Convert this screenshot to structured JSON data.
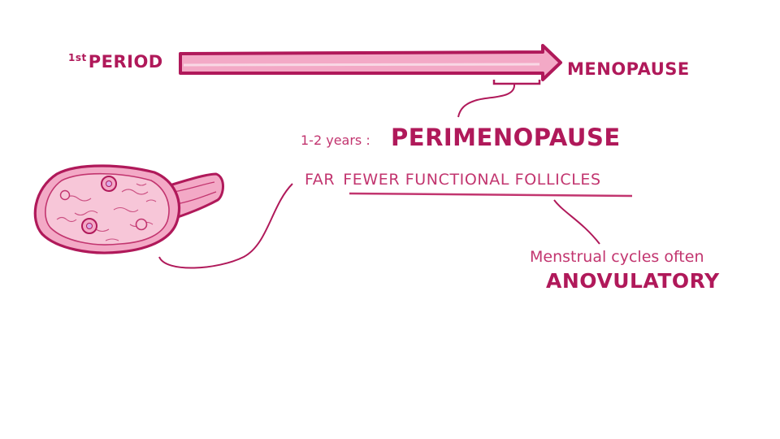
{
  "timeline": {
    "start_label": "PERIOD",
    "start_ordinal": "1st",
    "end_label": "MENOPAUSE"
  },
  "perimenopause": {
    "duration": "1-2 years :",
    "title": "PERIMENOPAUSE"
  },
  "follicles": {
    "prefix": "FAR",
    "emphasis": "FEWER FUNCTIONAL FOLLICLES"
  },
  "cycles": {
    "note": "Menstrual cycles often",
    "emphasis": "ANOVULATORY"
  },
  "colors": {
    "ink": "#b0195a",
    "fill_light": "#f3a9c6",
    "fill_pale": "#f7c6d8"
  },
  "icons": [
    "ovary-illustration",
    "timeline-arrow"
  ]
}
